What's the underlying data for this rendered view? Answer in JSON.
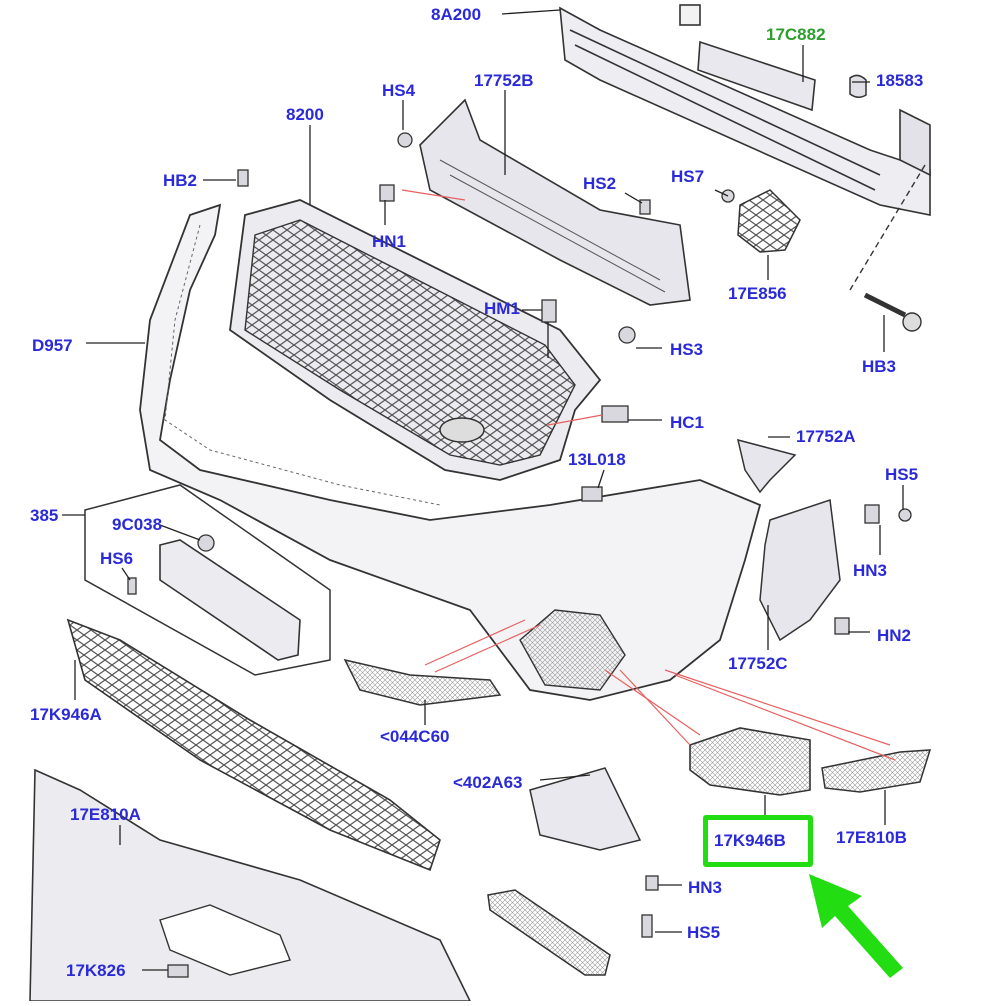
{
  "labels": {
    "l_8A200": "8A200",
    "l_17C882": "17C882",
    "l_18583": "18583",
    "l_HS4": "HS4",
    "l_17752B": "17752B",
    "l_8200": "8200",
    "l_HB2": "HB2",
    "l_HS2": "HS2",
    "l_HS7": "HS7",
    "l_HN1": "HN1",
    "l_17E856": "17E856",
    "l_HM1": "HM1",
    "l_D957": "D957",
    "l_HS3": "HS3",
    "l_HB3": "HB3",
    "l_HC1": "HC1",
    "l_17752A": "17752A",
    "l_13L018": "13L018",
    "l_HS5_top": "HS5",
    "l_385": "385",
    "l_9C038": "9C038",
    "l_HN3_top": "HN3",
    "l_HS6": "HS6",
    "l_HN2": "HN2",
    "l_17752C": "17752C",
    "l_17K946A": "17K946A",
    "l_044C60": "<044C60",
    "l_402A63": "<402A63",
    "l_17E810A": "17E810A",
    "l_17K946B": "17K946B",
    "l_17E810B": "17E810B",
    "l_HN3_bot": "HN3",
    "l_HS5_bot": "HS5",
    "l_17K826": "17K826"
  },
  "colors": {
    "label_blue": "#2a2ad8",
    "label_green": "#2e9e2e",
    "highlight_green": "#22dd11",
    "line_dark": "#333333",
    "part_fill": "#e8e8ee",
    "red_leader": "#e86060"
  }
}
